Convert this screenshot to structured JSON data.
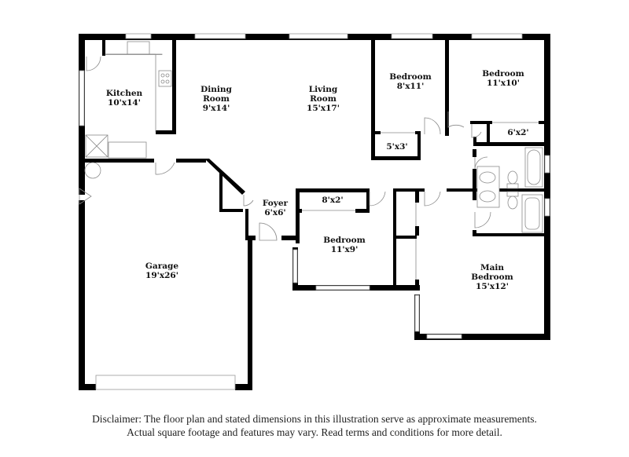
{
  "floor_plan": {
    "rooms": [
      {
        "id": "kitchen",
        "name": "Kitchen",
        "dims": "10'x14'"
      },
      {
        "id": "dining",
        "name_line1": "Dining",
        "name_line2": "Room",
        "dims": "9'x14'"
      },
      {
        "id": "living",
        "name_line1": "Living",
        "name_line2": "Room",
        "dims": "15'x17'"
      },
      {
        "id": "bedroom2",
        "name": "Bedroom",
        "dims": "8'x11'"
      },
      {
        "id": "bedroom3",
        "name": "Bedroom",
        "dims": "11'x10'"
      },
      {
        "id": "closet_5x3",
        "dims": "5'x3'"
      },
      {
        "id": "closet_6x2",
        "dims": "6'x2'"
      },
      {
        "id": "foyer",
        "name": "Foyer",
        "dims": "6'x6'"
      },
      {
        "id": "closet_8x2",
        "dims": "8'x2'"
      },
      {
        "id": "bedroom4",
        "name": "Bedroom",
        "dims": "11'x9'"
      },
      {
        "id": "garage",
        "name": "Garage",
        "dims": "19'x26'"
      },
      {
        "id": "main_bedroom",
        "name_line1": "Main",
        "name_line2": "Bedroom",
        "dims": "15'x12'"
      }
    ]
  },
  "disclaimer": {
    "line1": "Disclaimer: The floor plan and stated dimensions in this illustration serve as approximate measurements.",
    "line2": "Actual square footage and features may vary. Read terms and conditions for more detail."
  },
  "colors": {
    "wall": "#000000",
    "window": "#9a9a9a",
    "background": "#ffffff"
  }
}
